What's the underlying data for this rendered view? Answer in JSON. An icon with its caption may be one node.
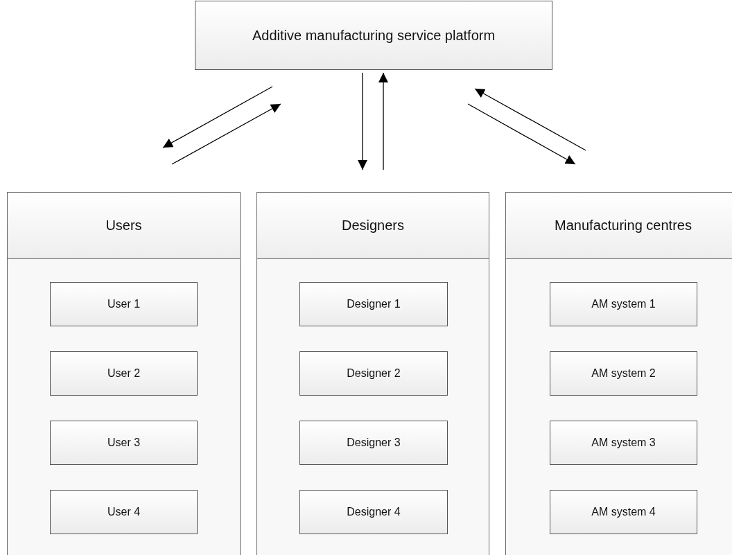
{
  "diagram": {
    "nodes": [
      {
        "text": [
          "Additive manufacturing service platform"
        ]
      },
      {
        "text": [
          "Users"
        ]
      },
      {
        "text": [
          "User 1"
        ],
        "in": 1
      },
      {
        "text": [
          "User 2"
        ],
        "in": 1
      },
      {
        "text": [
          "User 3"
        ],
        "in": 1
      },
      {
        "text": [
          "User 4"
        ],
        "in": 1
      },
      {
        "text": [
          "Designers"
        ]
      },
      {
        "text": [
          "Designer 1"
        ],
        "in": 6
      },
      {
        "text": [
          "Designer 2"
        ],
        "in": 6
      },
      {
        "text": [
          "Designer 3"
        ],
        "in": 6
      },
      {
        "text": [
          "Designer 4"
        ],
        "in": 6
      },
      {
        "text": [
          "Manufacturing centres"
        ]
      },
      {
        "text": [
          "AM system 1"
        ],
        "in": 11
      },
      {
        "text": [
          "AM system 2"
        ],
        "in": 11
      },
      {
        "text": [
          "AM system 3"
        ],
        "in": 11
      },
      {
        "text": [
          "AM system 4"
        ],
        "in": 11
      }
    ],
    "edges": [
      {
        "from": 0,
        "to": 1,
        "arrow": "to"
      },
      {
        "from": 1,
        "to": 0,
        "arrow": "to"
      },
      {
        "from": 0,
        "to": 6,
        "arrow": "to"
      },
      {
        "from": 6,
        "to": 0,
        "arrow": "to"
      },
      {
        "from": 11,
        "to": 0,
        "arrow": "to"
      },
      {
        "from": 0,
        "to": 11,
        "arrow": "to"
      }
    ]
  }
}
